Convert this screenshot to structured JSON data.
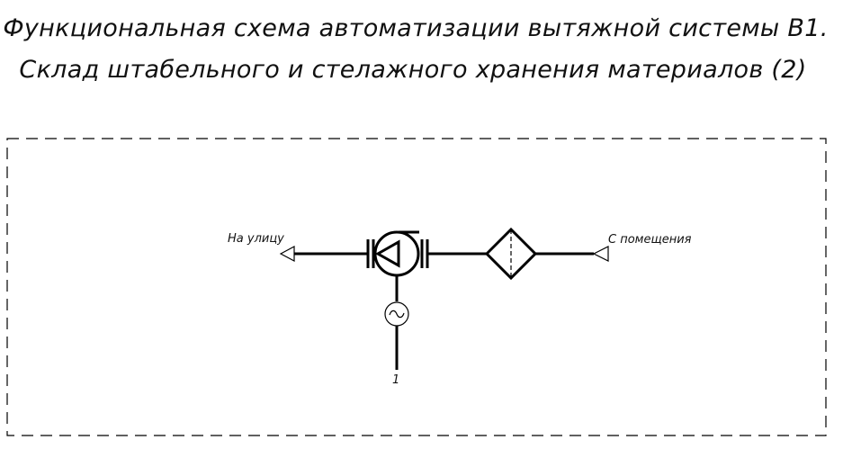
{
  "title": {
    "line1": "Функциональная схема автоматизации вытяжной системы В1.",
    "line2": "Склад штабельного и стелажного хранения материалов (2)"
  },
  "diagram": {
    "outlet_label": "На улицу",
    "inlet_label": "С помещения",
    "motor_number": "1",
    "components": [
      "outlet-arrow",
      "flexible-connector",
      "fan",
      "flexible-connector",
      "filter",
      "inlet-arrow",
      "motor"
    ]
  }
}
